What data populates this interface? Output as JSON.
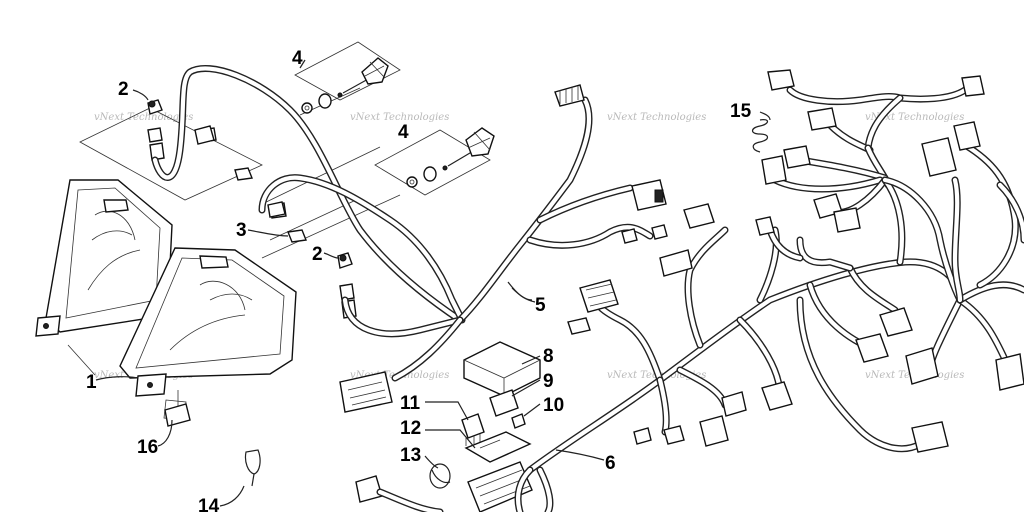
{
  "diagram": {
    "watermark_text": "vNext Technologies",
    "callouts": [
      {
        "id": "label-1",
        "text": "1"
      },
      {
        "id": "label-2a",
        "text": "2"
      },
      {
        "id": "label-2b",
        "text": "2"
      },
      {
        "id": "label-3",
        "text": "3"
      },
      {
        "id": "label-4a",
        "text": "4"
      },
      {
        "id": "label-4b",
        "text": "4"
      },
      {
        "id": "label-5",
        "text": "5"
      },
      {
        "id": "label-6",
        "text": "6"
      },
      {
        "id": "label-8",
        "text": "8"
      },
      {
        "id": "label-9",
        "text": "9"
      },
      {
        "id": "label-10",
        "text": "10"
      },
      {
        "id": "label-11",
        "text": "11"
      },
      {
        "id": "label-12",
        "text": "12"
      },
      {
        "id": "label-13",
        "text": "13"
      },
      {
        "id": "label-14",
        "text": "14"
      },
      {
        "id": "label-15",
        "text": "15"
      },
      {
        "id": "label-16",
        "text": "16"
      }
    ]
  }
}
